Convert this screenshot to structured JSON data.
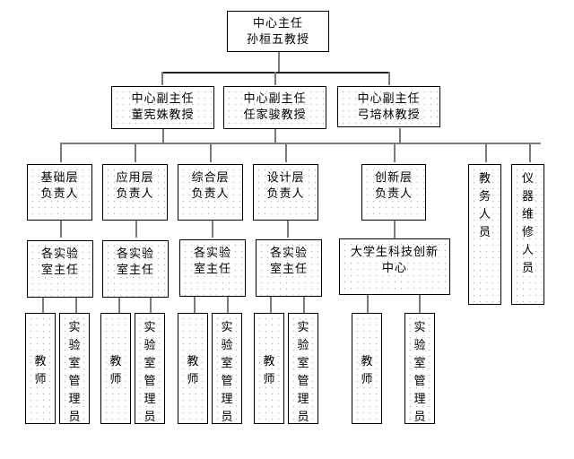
{
  "title": "中心组织结构图",
  "director": {
    "line1": "中心主任",
    "line2": "孙桓五教授"
  },
  "deputies": [
    {
      "line1": "中心副主任",
      "line2": "董宪姝教授"
    },
    {
      "line1": "中心副主任",
      "line2": "任家骏教授"
    },
    {
      "line1": "中心副主任",
      "line2": "弓培林教授"
    }
  ],
  "layers": [
    {
      "line1": "基础层",
      "line2": "负责人"
    },
    {
      "line1": "应用层",
      "line2": "负责人"
    },
    {
      "line1": "综合层",
      "line2": "负责人"
    },
    {
      "line1": "设计层",
      "line2": "负责人"
    },
    {
      "line1": "创新层",
      "line2": "负责人"
    }
  ],
  "staff": [
    {
      "label": "教务人员",
      "chars": [
        "教",
        "务",
        "人",
        "员"
      ]
    },
    {
      "label": "仪器维修人员",
      "chars": [
        "仪",
        "器",
        "维",
        "修",
        "人",
        "员"
      ]
    }
  ],
  "lab_directors": [
    {
      "line1": "各实验",
      "line2": "室主任"
    },
    {
      "line1": "各实验",
      "line2": "室主任"
    },
    {
      "line1": "各实验",
      "line2": "室主任"
    },
    {
      "line1": "各实验",
      "line2": "室主任"
    }
  ],
  "innovation_center": {
    "line1": "大学生科技创新",
    "line2": "中心"
  },
  "leaf_teacher": {
    "label": "教师",
    "chars": [
      "教",
      "师"
    ]
  },
  "leaf_lab_admin": {
    "label": "实验室管理员",
    "chars": [
      "实",
      "验",
      "室",
      "管",
      "理",
      "员"
    ]
  }
}
